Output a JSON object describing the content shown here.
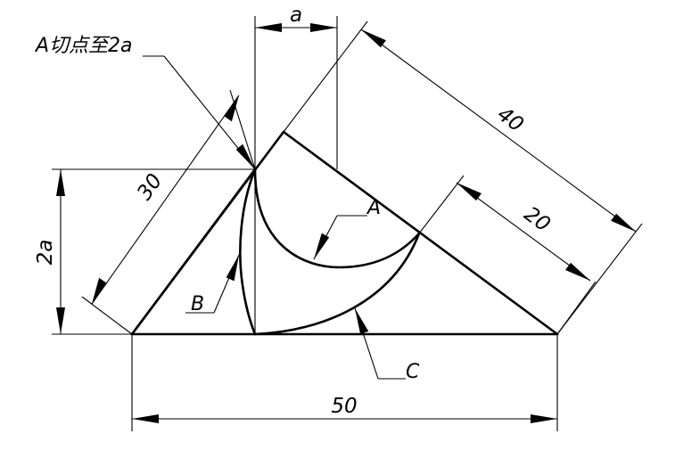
{
  "dimensions": {
    "base": "50",
    "height": "2a",
    "left_side": "30",
    "right_side": "40",
    "partial": "20",
    "top": "a"
  },
  "labels": {
    "tangent_note": "A切点至2a",
    "arc_a": "A",
    "arc_b": "B",
    "arc_c": "C"
  }
}
